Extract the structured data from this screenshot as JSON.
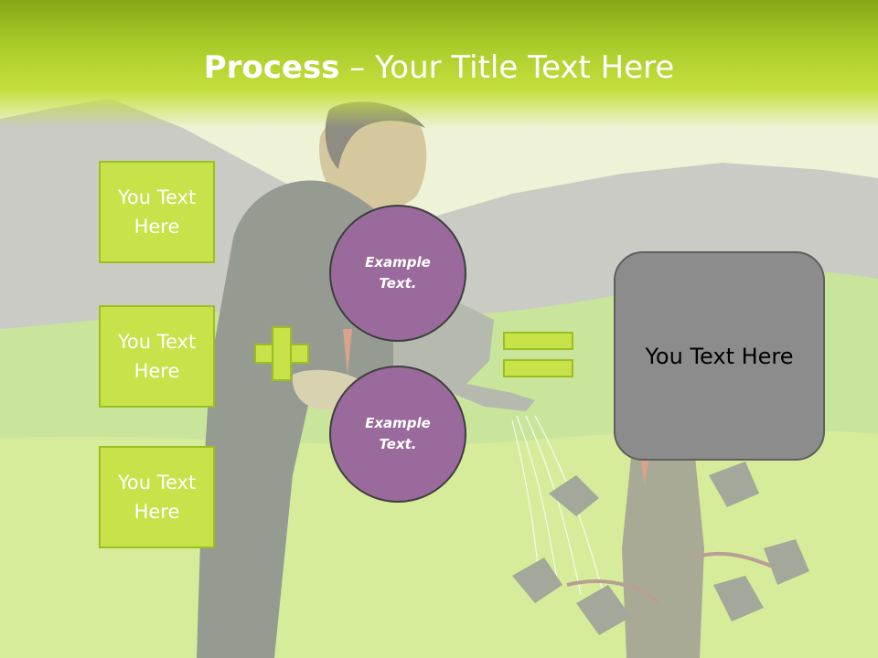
{
  "title": {
    "bold": "Process",
    "rest": " – Your Title Text Here"
  },
  "boxes": [
    {
      "text": "You Text Here"
    },
    {
      "text": "You Text Here"
    },
    {
      "text": "You Text Here"
    }
  ],
  "circles": [
    {
      "text": "Example Text."
    },
    {
      "text": "Example Text."
    }
  ],
  "result": {
    "text": "You Text Here"
  },
  "colors": {
    "header": "#a9cc2a",
    "box": "#c8e24a",
    "circle": "#9b6a9c",
    "result": "#8c8c8c"
  }
}
